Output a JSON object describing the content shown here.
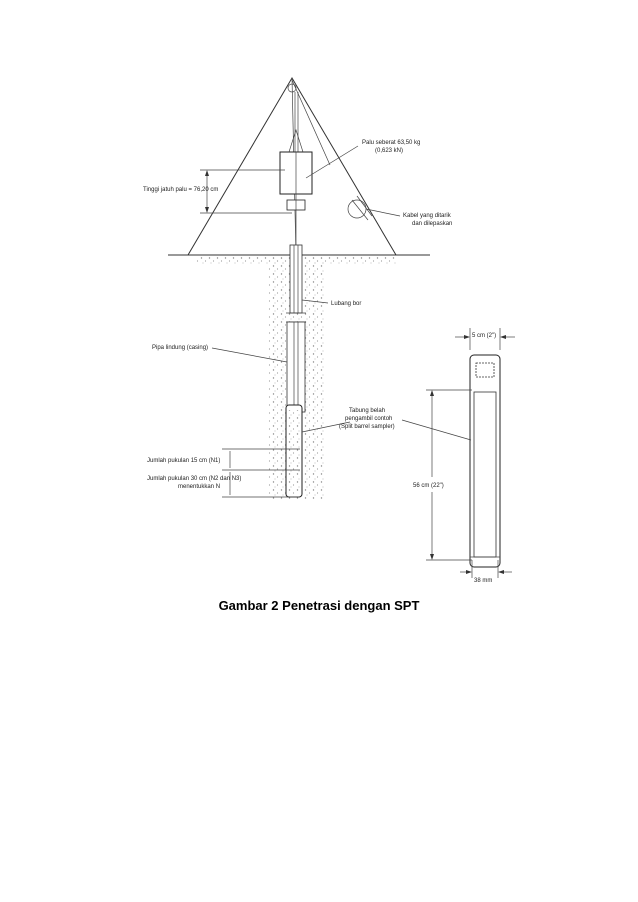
{
  "caption": "Gambar 2 Penetrasi dengan SPT",
  "labels": {
    "hammer_1": "Palu seberat 63,50 kg",
    "hammer_2": "(0,623 kN)",
    "drop_height": "Tinggi jatuh palu = 76,20 cm",
    "cable_1": "Kabel yang ditarik",
    "cable_2": "dan dilepaskan",
    "borehole": "Lubang bor",
    "casing": "Pipa lindung (casing)",
    "sampler_1": "Tabung belah",
    "sampler_2": "pengambil contoh",
    "sampler_3": "(Split barrel sampler)",
    "blows_15": "Jumlah pukulan 15 cm (N1)",
    "blows_30_1": "Jumlah pukulan 30 cm (N2 dan N3)",
    "blows_30_2": "menentukkan N",
    "dim_top": "5 cm (2\")",
    "dim_length": "56 cm (22\")",
    "dim_bottom": "38 mm"
  }
}
